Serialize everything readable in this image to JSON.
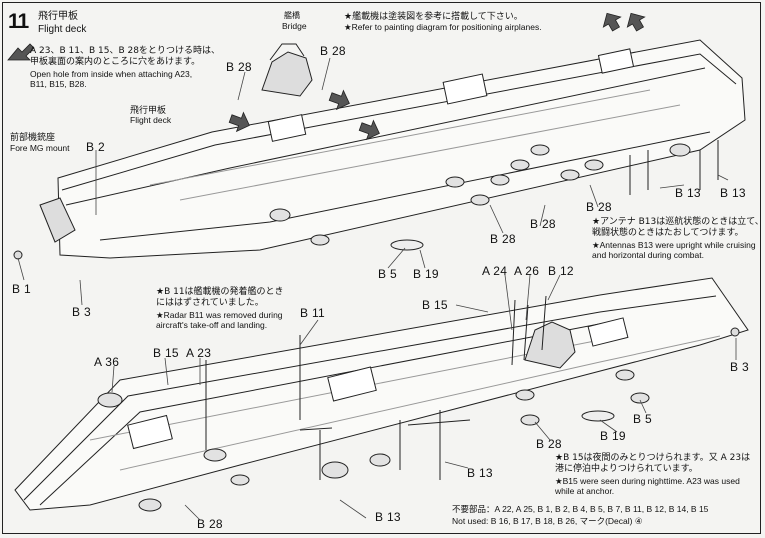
{
  "step": {
    "number": "11",
    "title_jp": "飛行甲板",
    "title_en": "Flight deck"
  },
  "attach_note": {
    "jp1": "A 23、B 11、B 15、B 28をとりつける時は、",
    "jp2": "甲板裏面の案内のところに穴をあけます。",
    "en1": "Open hole from inside when attaching A23,",
    "en2": "B11, B15, B28."
  },
  "bridge": {
    "jp": "艦橋",
    "en": "Bridge"
  },
  "paint_note": {
    "jp": "★艦載機は塗装図を参考に搭載して下さい。",
    "en": "★Refer to painting diagram for positioning airplanes."
  },
  "flight_deck": {
    "jp": "飛行甲板",
    "en": "Flight deck"
  },
  "fore_mg": {
    "jp": "前部機銃座",
    "en": "Fore MG mount"
  },
  "antenna_note": {
    "jp1": "★アンテナ B13は巡航状態のときは立て、",
    "jp2": "戦闘状態のときはたおしてつけます。",
    "en1": "★Antennas B13 were upright while cruising",
    "en2": "and horizontal during combat."
  },
  "radar_note": {
    "jp1": "★B 11は艦載機の発着艦のとき",
    "jp2": "にははずされていました。",
    "en1": "★Radar B11 was removed during",
    "en2": "aircraft's take-off and landing."
  },
  "night_note": {
    "jp1": "★B 15は夜間のみとりつけられます。又 A 23は",
    "jp2": "港に停泊中よりつけられています。",
    "en1": "★B15 were seen during nighttime. A23 was used",
    "en2": "while at anchor."
  },
  "unused": {
    "jp": "不要部品：A 22, A 25, B 1, B 2, B 4, B 5, B 7, B 11, B 12, B 14, B 15",
    "en": "Not used: B 16, B 17, B 18, B 26, マーク(Decal) ④"
  },
  "part_labels": {
    "top_b28_a": "B 28",
    "top_b28_b": "B 28",
    "b2": "B 2",
    "b1": "B 1",
    "b3_top": "B 3",
    "b5_top": "B 5",
    "b19_top": "B 19",
    "b28_mid1": "B 28",
    "b28_mid2": "B 28",
    "b28_mid3": "B 28",
    "b13_right1": "B 13",
    "b13_right2": "B 13",
    "a24": "A 24",
    "a26": "A 26",
    "b12": "B 12",
    "b15_right": "B 15",
    "b11": "B 11",
    "a36": "A 36",
    "b15_left": "B 15",
    "a23": "A 23",
    "b3_right": "B 3",
    "b5_right": "B 5",
    "b28_bot1": "B 28",
    "b19_bot": "B 19",
    "b13_bot1": "B 13",
    "b13_bot2": "B 13",
    "b28_bot2": "B 28"
  }
}
